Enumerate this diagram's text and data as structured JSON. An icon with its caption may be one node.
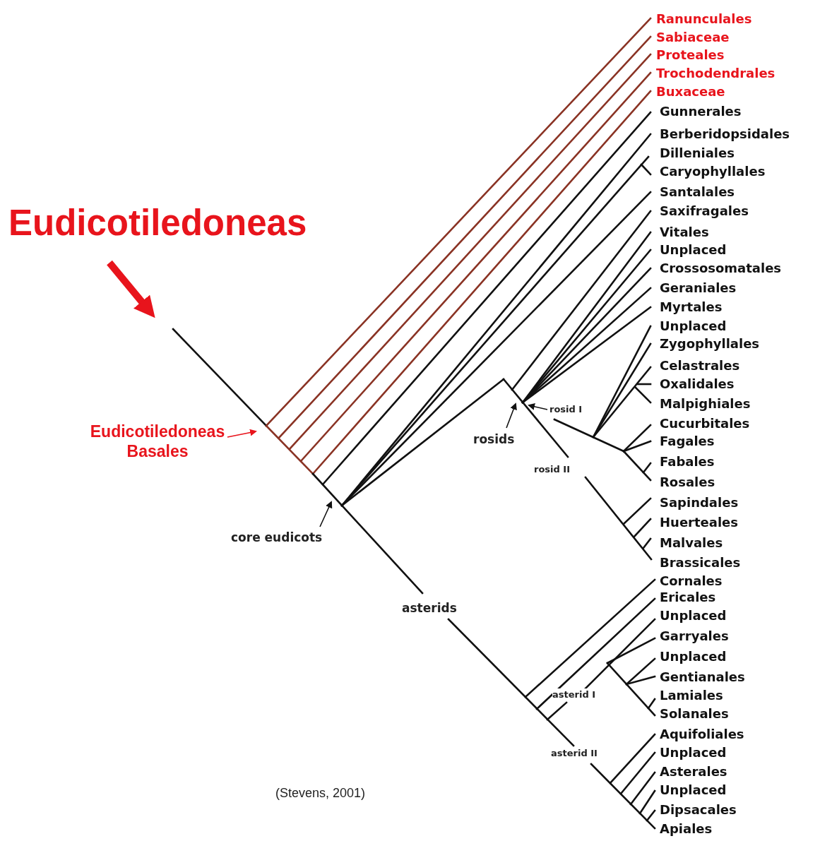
{
  "diagram": {
    "caption": "(Stevens, 2001)",
    "nodes": [
      {
        "text": [
          "Eudicotiledoneas"
        ]
      },
      {
        "text": [
          "Eudicotiledoneas Basales"
        ]
      },
      {
        "text": [
          "core eudicots"
        ]
      },
      {
        "text": [
          "rosids"
        ]
      },
      {
        "text": [
          "rosid I"
        ]
      }
    ],
    "edges": [
      {
        "from": 0,
        "to": null,
        "arrow": "to",
        "style": "thick",
        "color": "#e8141c"
      },
      {
        "from": 1,
        "to": null,
        "arrow": "to",
        "color": "#e8141c"
      },
      {
        "from": 2,
        "to": null,
        "arrow": "to"
      },
      {
        "from": 3,
        "to": null,
        "arrow": "to"
      },
      {
        "from": 4,
        "to": null,
        "arrow": "to"
      }
    ],
    "labels": [
      "Ranunculales",
      "Sabiaceae",
      "Proteales",
      "Trochodendrales",
      "Buxaceae",
      "Gunnerales",
      "Berberidopsidales",
      "Dilleniales",
      "Caryophyllales",
      "Santalales",
      "Saxifragales",
      "Vitales",
      "Unplaced",
      "Crossosomatales",
      "Geraniales",
      "Myrtales",
      "Unplaced",
      "Zygophyllales",
      "Celastrales",
      "Oxalidales",
      "Malpighiales",
      "Cucurbitales",
      "Fagales",
      "Fabales",
      "Rosales",
      "Sapindales",
      "Huerteales",
      "Malvales",
      "Brassicales",
      "Cornales",
      "Ericales",
      "Unplaced",
      "Garryales",
      "Unplaced",
      "Gentianales",
      "Lamiales",
      "Solanales",
      "Aquifoliales",
      "Unplaced",
      "Asterales",
      "Unplaced",
      "Dipsacales",
      "Apiales",
      "rosid II",
      "asterids",
      "asterid I",
      "asterid II"
    ]
  }
}
